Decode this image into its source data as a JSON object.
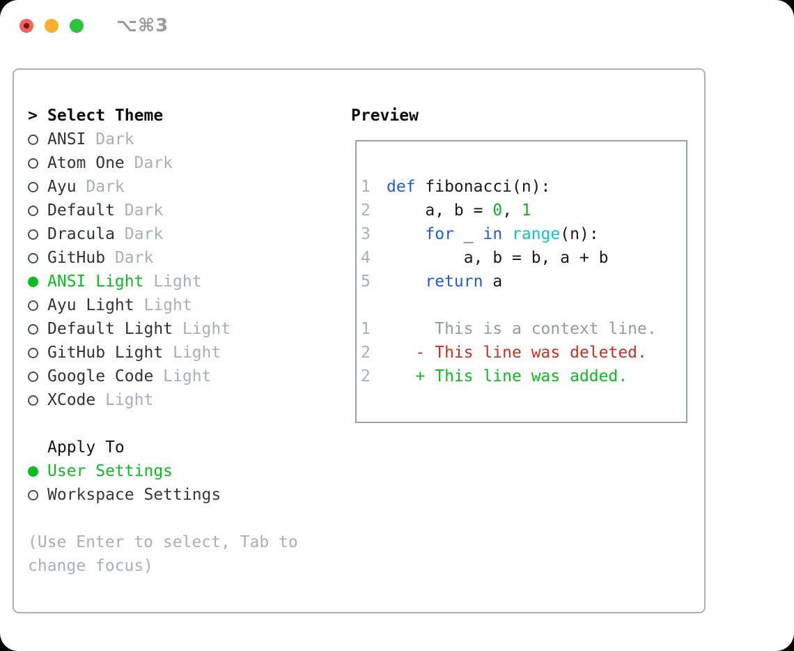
{
  "window": {
    "title": "⌥⌘3",
    "traffic_lights": [
      {
        "name": "close",
        "color": "#f4605c"
      },
      {
        "name": "minimize",
        "color": "#f6b12d"
      },
      {
        "name": "zoom",
        "color": "#2ec33c"
      }
    ]
  },
  "theme_panel": {
    "header": {
      "prompt": ">",
      "label": "Select Theme"
    },
    "items": [
      {
        "name": "ANSI",
        "variant": "Dark",
        "selected": false
      },
      {
        "name": "Atom One",
        "variant": "Dark",
        "selected": false
      },
      {
        "name": "Ayu",
        "variant": "Dark",
        "selected": false
      },
      {
        "name": "Default",
        "variant": "Dark",
        "selected": false
      },
      {
        "name": "Dracula",
        "variant": "Dark",
        "selected": false
      },
      {
        "name": "GitHub",
        "variant": "Dark",
        "selected": false
      },
      {
        "name": "ANSI Light",
        "variant": "Light",
        "selected": true
      },
      {
        "name": "Ayu Light",
        "variant": "Light",
        "selected": false
      },
      {
        "name": "Default Light",
        "variant": "Light",
        "selected": false
      },
      {
        "name": "GitHub Light",
        "variant": "Light",
        "selected": false
      },
      {
        "name": "Google Code",
        "variant": "Light",
        "selected": false
      },
      {
        "name": "XCode",
        "variant": "Light",
        "selected": false
      }
    ],
    "apply_to": {
      "header": "Apply To",
      "options": [
        {
          "label": "User Settings",
          "selected": true
        },
        {
          "label": "Workspace Settings",
          "selected": false
        }
      ]
    },
    "help_text": "(Use Enter to select, Tab to change focus)"
  },
  "preview_panel": {
    "header": "Preview",
    "code_lines": [
      {
        "number": "1",
        "tokens": [
          {
            "text": "def",
            "type": "keyword"
          },
          {
            "text": " fibonacci(n):",
            "type": "default"
          }
        ]
      },
      {
        "number": "2",
        "tokens": [
          {
            "text": "    a, b = ",
            "type": "default"
          },
          {
            "text": "0",
            "type": "number"
          },
          {
            "text": ", ",
            "type": "default"
          },
          {
            "text": "1",
            "type": "number"
          }
        ]
      },
      {
        "number": "3",
        "tokens": [
          {
            "text": "    ",
            "type": "default"
          },
          {
            "text": "for",
            "type": "keyword"
          },
          {
            "text": " _ ",
            "type": "default"
          },
          {
            "text": "in",
            "type": "keyword"
          },
          {
            "text": " ",
            "type": "default"
          },
          {
            "text": "range",
            "type": "builtin"
          },
          {
            "text": "(n):",
            "type": "default"
          }
        ]
      },
      {
        "number": "4",
        "tokens": [
          {
            "text": "        a, b = b, a + b",
            "type": "default"
          }
        ]
      },
      {
        "number": "5",
        "tokens": [
          {
            "text": "    ",
            "type": "default"
          },
          {
            "text": "return",
            "type": "keyword"
          },
          {
            "text": " a",
            "type": "default"
          }
        ]
      }
    ],
    "diff_lines": [
      {
        "number": "1",
        "text": "     This is a context line.",
        "type": "context"
      },
      {
        "number": "2",
        "text": "   - This line was deleted.",
        "type": "deleted"
      },
      {
        "number": "2",
        "text": "   + This line was added.",
        "type": "added"
      }
    ]
  },
  "colors": {
    "accent_green": "#0bbd20",
    "keyword_blue": "#1d5cdc",
    "builtin_cyan": "#0cc6cf",
    "literal_green": "#15b122",
    "deleted_red": "#c92f1e",
    "context_gray": "#929ba5",
    "muted_gray": "#a6b0bc",
    "panel_border": "#aab1bb",
    "preview_border": "#98a1ac"
  }
}
